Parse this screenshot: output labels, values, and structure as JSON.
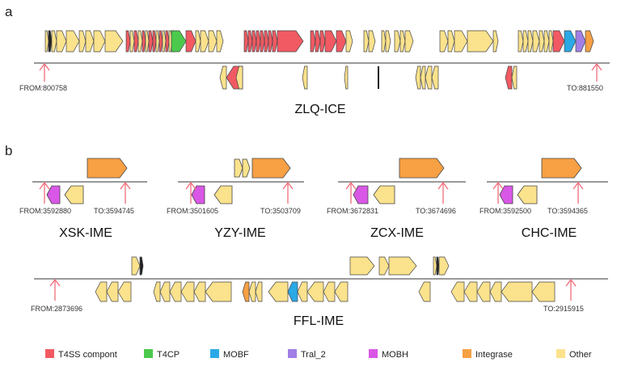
{
  "panels": {
    "a": "a",
    "b": "b"
  },
  "zlq": {
    "name": "ZLQ-ICE",
    "from": "FROM:800758",
    "to": "TO:881550"
  },
  "imes": [
    {
      "name": "XSK-IME",
      "from": "FROM:3592880",
      "to": "TO:3594745"
    },
    {
      "name": "YZY-IME",
      "from": "FROM:3501605",
      "to": "TO:3503709"
    },
    {
      "name": "ZCX-IME",
      "from": "FROM:3672831",
      "to": "TO:3674696"
    },
    {
      "name": "CHC-IME",
      "from": "FROM:3592500",
      "to": "TO:3594365"
    }
  ],
  "ffl": {
    "name": "FFL-IME",
    "from": "FROM:2873696",
    "to": "TO:2915915"
  },
  "legend": [
    {
      "key": "t4ss",
      "label": "T4SS compont",
      "color": "#f15a63"
    },
    {
      "key": "t4cp",
      "label": "T4CP",
      "color": "#4cc94c"
    },
    {
      "key": "mobf",
      "label": "MOBF",
      "color": "#2aa9e6"
    },
    {
      "key": "tral",
      "label": "Tral_2",
      "color": "#a17fe6"
    },
    {
      "key": "mobh",
      "label": "MOBH",
      "color": "#d957e6"
    },
    {
      "key": "integrase",
      "label": "Integrase",
      "color": "#f7a044"
    },
    {
      "key": "other",
      "label": "Other",
      "color": "#fbe28c"
    }
  ],
  "colors": {
    "backbone": "#999999",
    "marker": "#f26d7a",
    "outline": "#444444"
  }
}
